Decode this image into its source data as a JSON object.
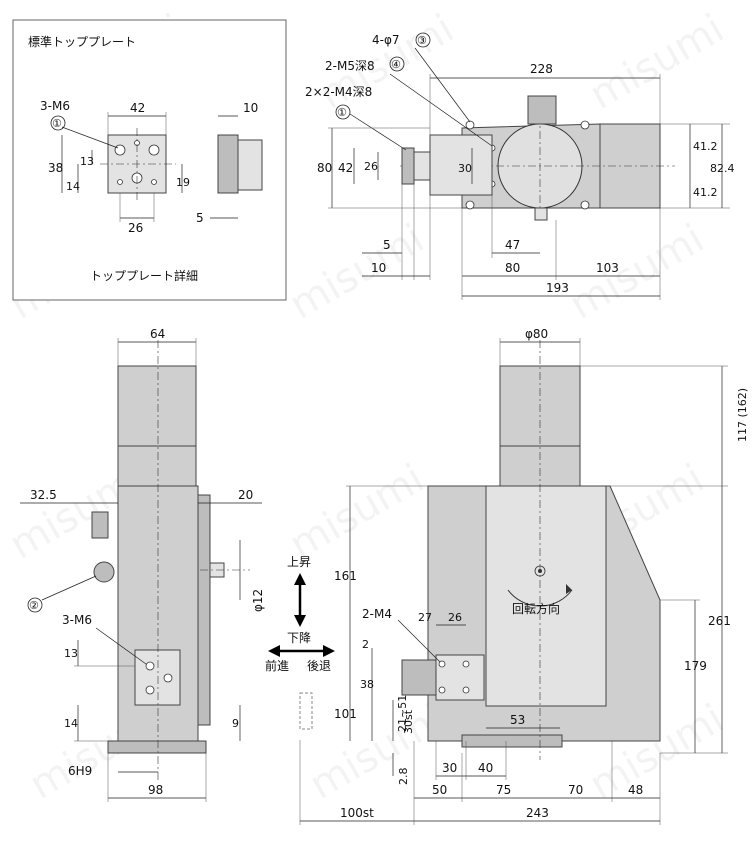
{
  "detail_box": {
    "title": "標準トッププレート",
    "caption": "トッププレート詳細",
    "labels": {
      "hole_spec": "3-M6",
      "marker": "①",
      "w42": "42",
      "w10": "10",
      "h38": "38",
      "h14": "14",
      "h13": "13",
      "h19": "19",
      "w26": "26",
      "w5": "5"
    }
  },
  "top_view": {
    "labels": {
      "spec4": "4-φ7",
      "mk3": "③",
      "spec2": "2-M5深8",
      "mk4": "④",
      "spec1": "2×2-M4深8",
      "mk1": "①",
      "d228": "228",
      "d80": "80",
      "d42": "42",
      "d26": "26",
      "d30": "30",
      "d41a": "41.2",
      "d41b": "41.2",
      "d824": "82.4",
      "d5": "5",
      "d10": "10",
      "d47": "47",
      "d80b": "80",
      "d103": "103",
      "d193": "193"
    }
  },
  "side_view": {
    "labels": {
      "d64": "64",
      "d325": "32.5",
      "d20": "20",
      "mk2": "②",
      "phi12": "φ12",
      "spec": "3-M6",
      "d13": "13",
      "d14": "14",
      "d9": "9",
      "h6h9": "6H9",
      "d98": "98"
    }
  },
  "front_view": {
    "labels": {
      "phi80": "φ80",
      "d117": "117 (162)",
      "d161": "161",
      "spec": "2-M4",
      "d27": "27",
      "d26": "26",
      "d2": "2",
      "d38": "38",
      "d101": "101",
      "d2151": "21~51",
      "d30st": "30st",
      "d53": "53",
      "rot": "回転方向",
      "d261": "261",
      "d179": "179",
      "d30": "30",
      "d40": "40",
      "d28": "2.8",
      "d50": "50",
      "d75": "75",
      "d70": "70",
      "d48": "48",
      "d100st": "100st",
      "d243": "243"
    }
  },
  "direction": {
    "up": "上昇",
    "down": "下降",
    "forward": "前進",
    "back": "後退"
  },
  "watermark": "misumi"
}
